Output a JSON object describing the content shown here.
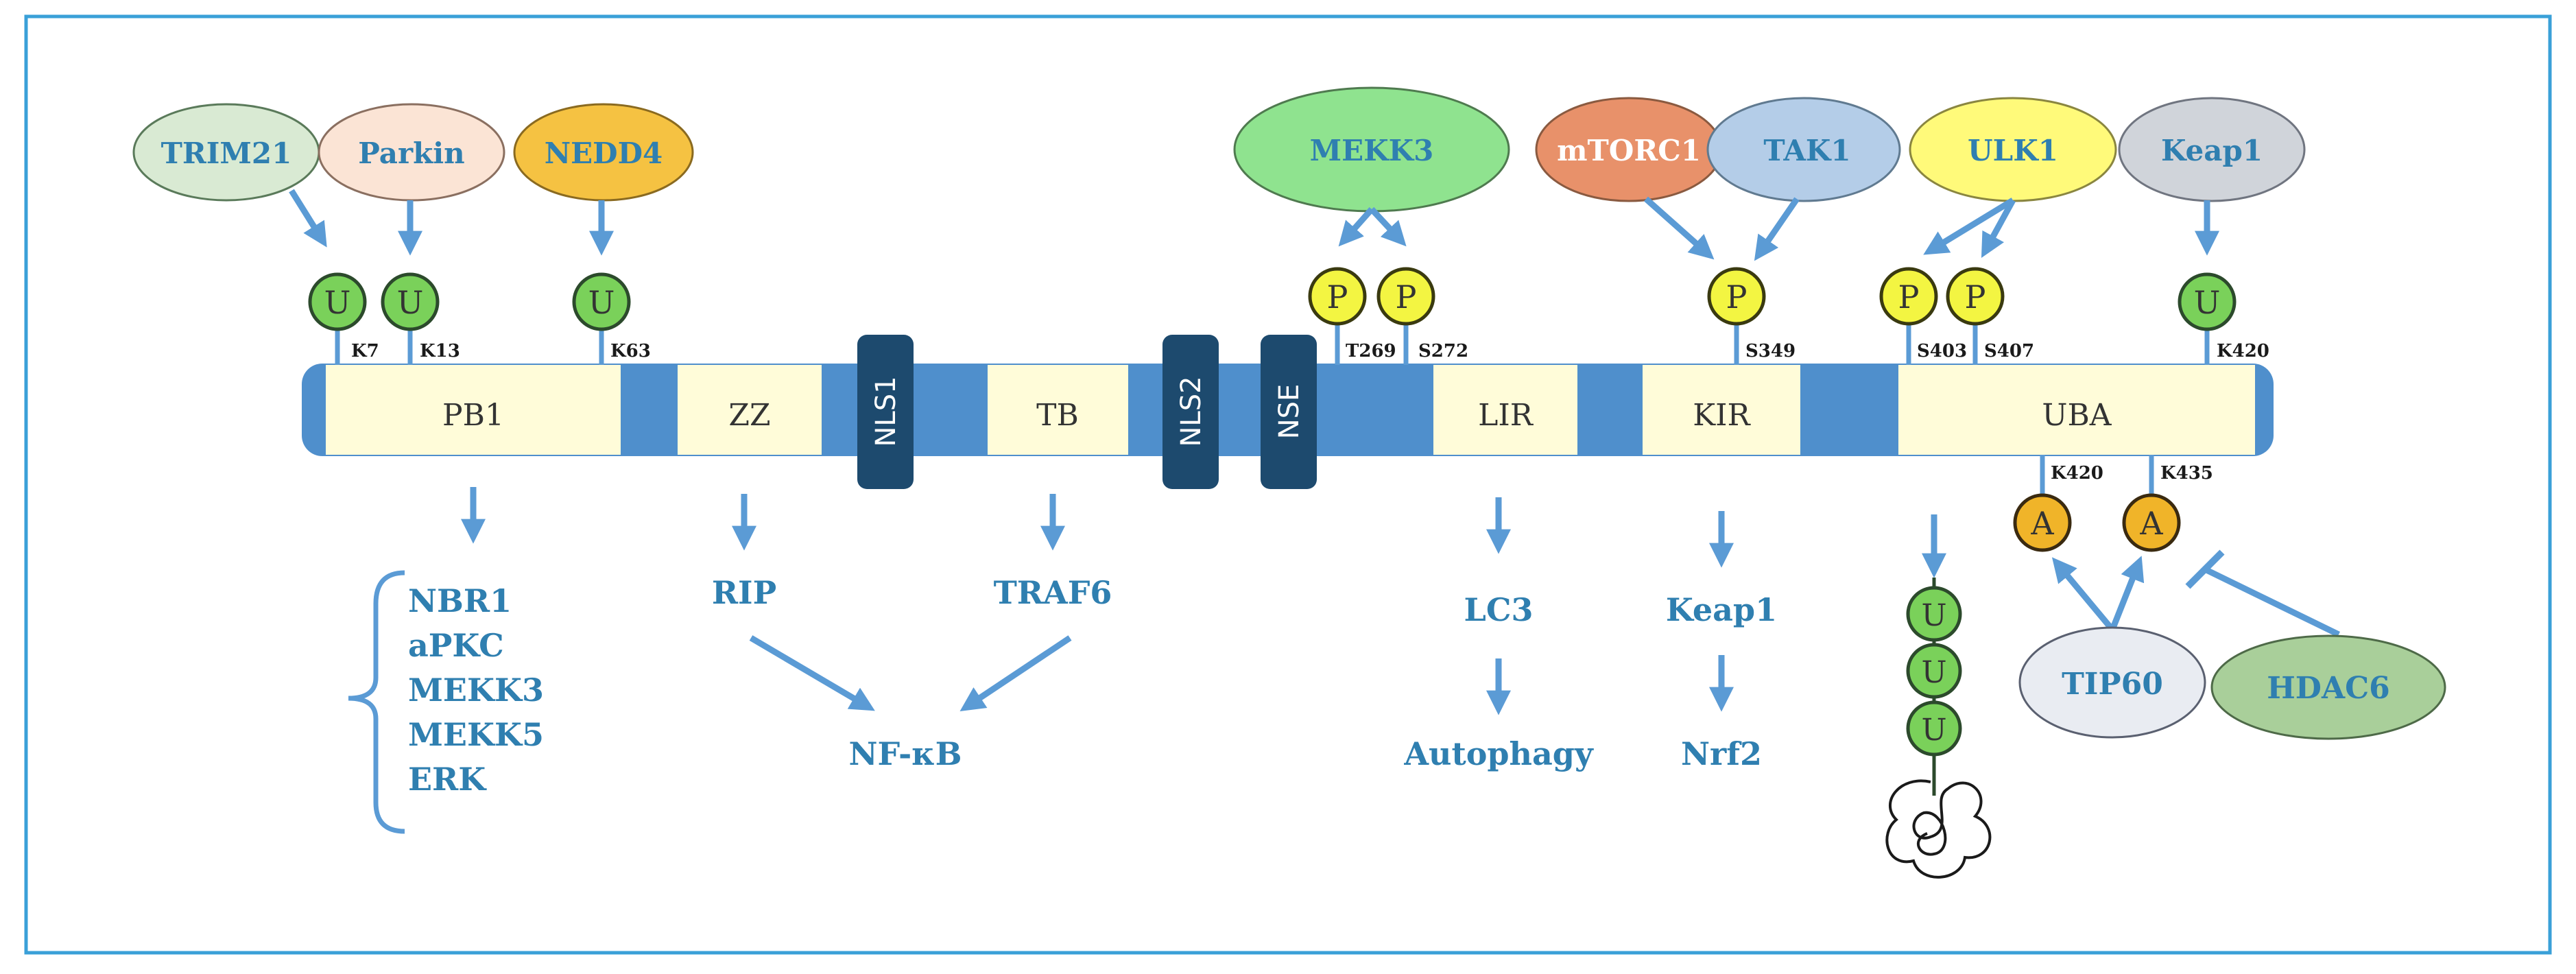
{
  "enzymes": [
    {
      "name": "TRIM21",
      "fill": "#d9ead3",
      "text": "#2f7fb0"
    },
    {
      "name": "Parkin",
      "fill": "#fbe4d5",
      "text": "#2f7fb0"
    },
    {
      "name": "NEDD4",
      "fill": "#f5c242",
      "text": "#2f7fb0"
    },
    {
      "name": "MEKK3",
      "fill": "#8fe38f",
      "text": "#2f7fb0"
    },
    {
      "name": "mTORC1",
      "fill": "#e8916a",
      "text": "#ffffff"
    },
    {
      "name": "TAK1",
      "fill": "#b4cde8",
      "text": "#2f7fb0"
    },
    {
      "name": "ULK1",
      "fill": "#fffa7a",
      "text": "#2f7fb0"
    },
    {
      "name": "Keap1",
      "fill": "#d0d4da",
      "text": "#2f7fb0"
    },
    {
      "name": "TIP60",
      "fill": "#e9ecf2",
      "text": "#2f7fb0"
    },
    {
      "name": "HDAC6",
      "fill": "#a9cf9a",
      "text": "#2f7fb0"
    }
  ],
  "modifications": {
    "ubiquitin": {
      "letter": "U",
      "fill": "#7ad15a"
    },
    "phospho": {
      "letter": "P",
      "fill": "#f3f542"
    },
    "acetyl": {
      "letter": "A",
      "fill": "#f0b429"
    }
  },
  "sites_top": [
    "K7",
    "K13",
    "K63",
    "T269",
    "S272",
    "S349",
    "S403",
    "S407",
    "K420"
  ],
  "sites_bottom": [
    "K420",
    "K435"
  ],
  "domains": [
    "PB1",
    "ZZ",
    "TB",
    "LIR",
    "KIR",
    "UBA"
  ],
  "signals": [
    "NLS1",
    "NLS2",
    "NSE"
  ],
  "partners": {
    "pb1": [
      "NBR1",
      "aPKC",
      "MEKK3",
      "MEKK5",
      "ERK"
    ],
    "rip": "RIP",
    "traf6": "TRAF6",
    "nfkb": "NF-κB",
    "lc3": "LC3",
    "autophagy": "Autophagy",
    "keap1": "Keap1",
    "nrf2": "Nrf2"
  },
  "colors": {
    "frame": "#3aa0d8",
    "backbone": "#4f8fcc",
    "domain_fill": "#fffcd9",
    "signal_fill": "#1d4a6e",
    "arrow": "#5b9bd5"
  }
}
